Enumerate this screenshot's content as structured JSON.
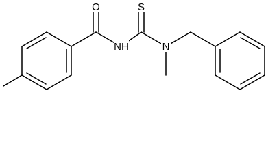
{
  "molecule": {
    "atoms": {
      "carbonyl_oxygen": "O",
      "amide_nitrogen": "NH",
      "thione_sulfur": "S",
      "amine_nitrogen": "N"
    },
    "colors": {
      "bond": "#000000",
      "label": "#000000",
      "background": "#ffffff"
    }
  }
}
